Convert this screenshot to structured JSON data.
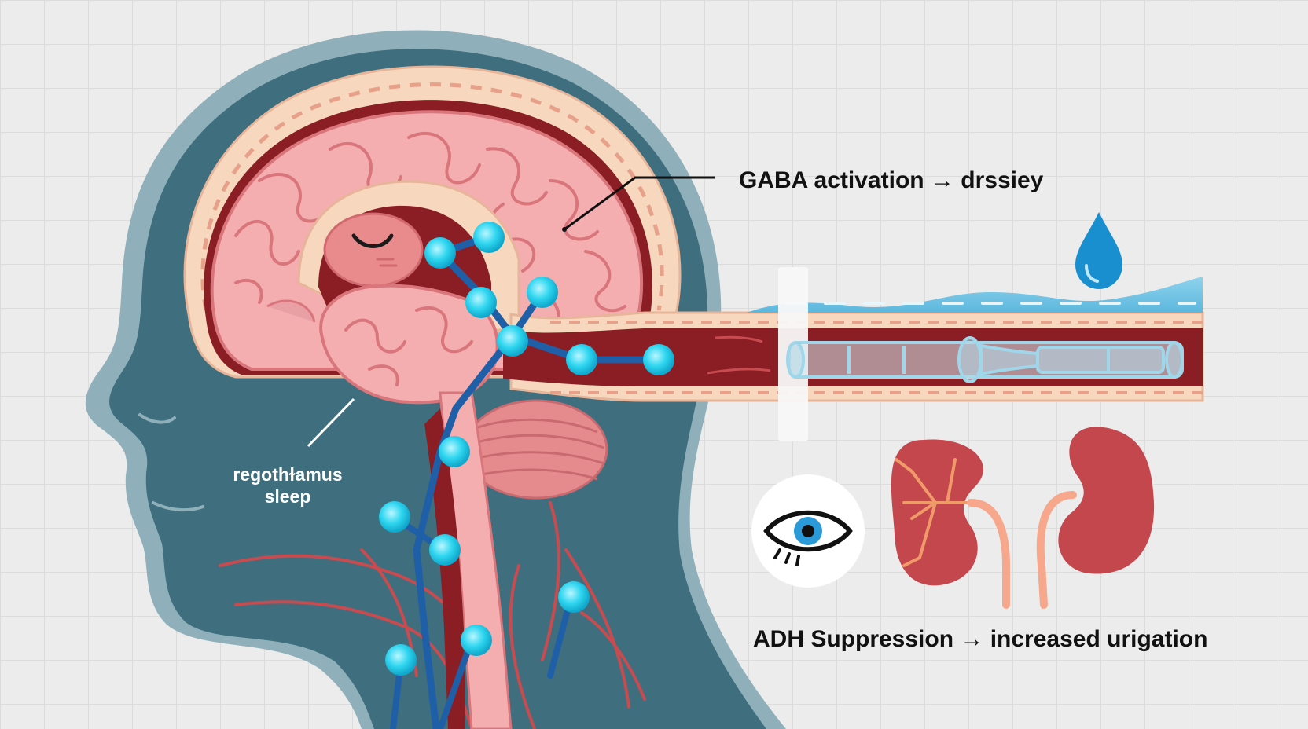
{
  "labels": {
    "gaba": "GABA activation → drssiey",
    "region": "regothɫamus",
    "region_sub": "sleep",
    "adh": "ADH Suppression → increased urigation"
  },
  "colors": {
    "background": "#ececec",
    "grid": "#dcdcdc",
    "head_outer": "#8fb0ba",
    "head_inner": "#3f6f7e",
    "brain": "#f4aeb0",
    "brain_outline": "#d9767c",
    "vessel": "#8b1e24",
    "vein": "#1f5fa8",
    "node": "#2fd6f0",
    "water": "#7cc8e6",
    "droplet": "#1a8fd0",
    "kidney": "#c4474d",
    "iris": "#2a9ad8"
  },
  "icons": {
    "droplet": "water-droplet-icon",
    "eye": "eye-icon",
    "sleep_face": "sleeping-face-icon"
  }
}
